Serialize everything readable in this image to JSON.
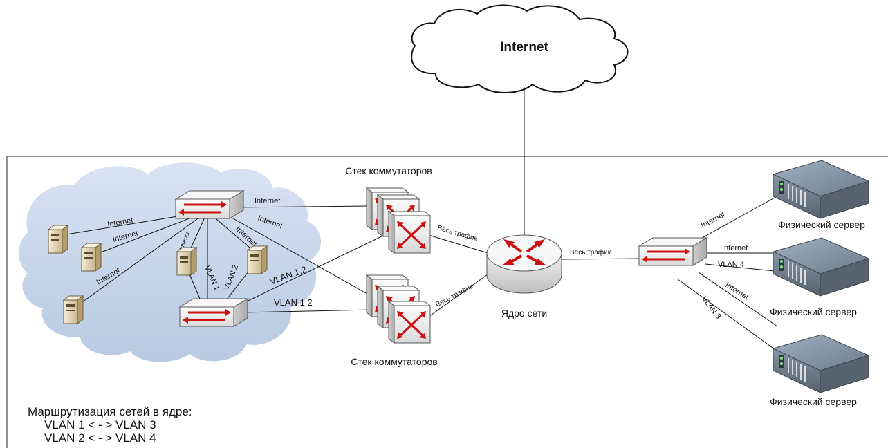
{
  "internet": {
    "label": "Internet"
  },
  "network_boundary": {
    "visible": true
  },
  "core": {
    "label": "Ядро сети"
  },
  "stack_top": {
    "label": "Стек коммутаторов"
  },
  "stack_bottom": {
    "label": "Стек коммутаторов"
  },
  "servers": [
    {
      "label": "Физический сервер"
    },
    {
      "label": "Физический сервер"
    },
    {
      "label": "Физический сервер"
    }
  ],
  "links": {
    "sw_top_to_stack_top": "Internet",
    "sw_top_to_stack_bottom": "Internet",
    "sw_top_to_pc_a": "Internet",
    "sw_top_to_pc_b": "Internet",
    "sw_top_to_pc_c": "Internet",
    "sw_top_to_pc_d": "Internet",
    "sw_top_to_pc_e": "Internet",
    "pc_d_vlan": "VLAN 1",
    "pc_e_vlan": "VLAN 2",
    "sw_bottom_to_stack_top": "VLAN 1,2",
    "sw_bottom_to_stack_bottom": "VLAN 1,2",
    "stack_top_to_core": "Весь трафик",
    "stack_bottom_to_core": "Весь трафик",
    "core_to_right_switch": "Весь трафик",
    "right_to_server1": "Internet",
    "right_to_server2_internet": "Internet",
    "right_to_server2_vlan": "VLAN 4",
    "right_to_server3_internet": "Internet",
    "right_to_server3_vlan": "VLAN 3"
  },
  "routing_note": {
    "title": "Маршрутизация сетей в ядре:",
    "lines": [
      "VLAN 1 < - > VLAN 3",
      "VLAN 2 < - > VLAN 4"
    ]
  },
  "colors": {
    "cloud_fill": "#c8d6ea",
    "device_red": "#cc1111",
    "device_face": "#ececec",
    "server_body": "#6f7e8c",
    "pc_body": "#e8dcc0"
  }
}
